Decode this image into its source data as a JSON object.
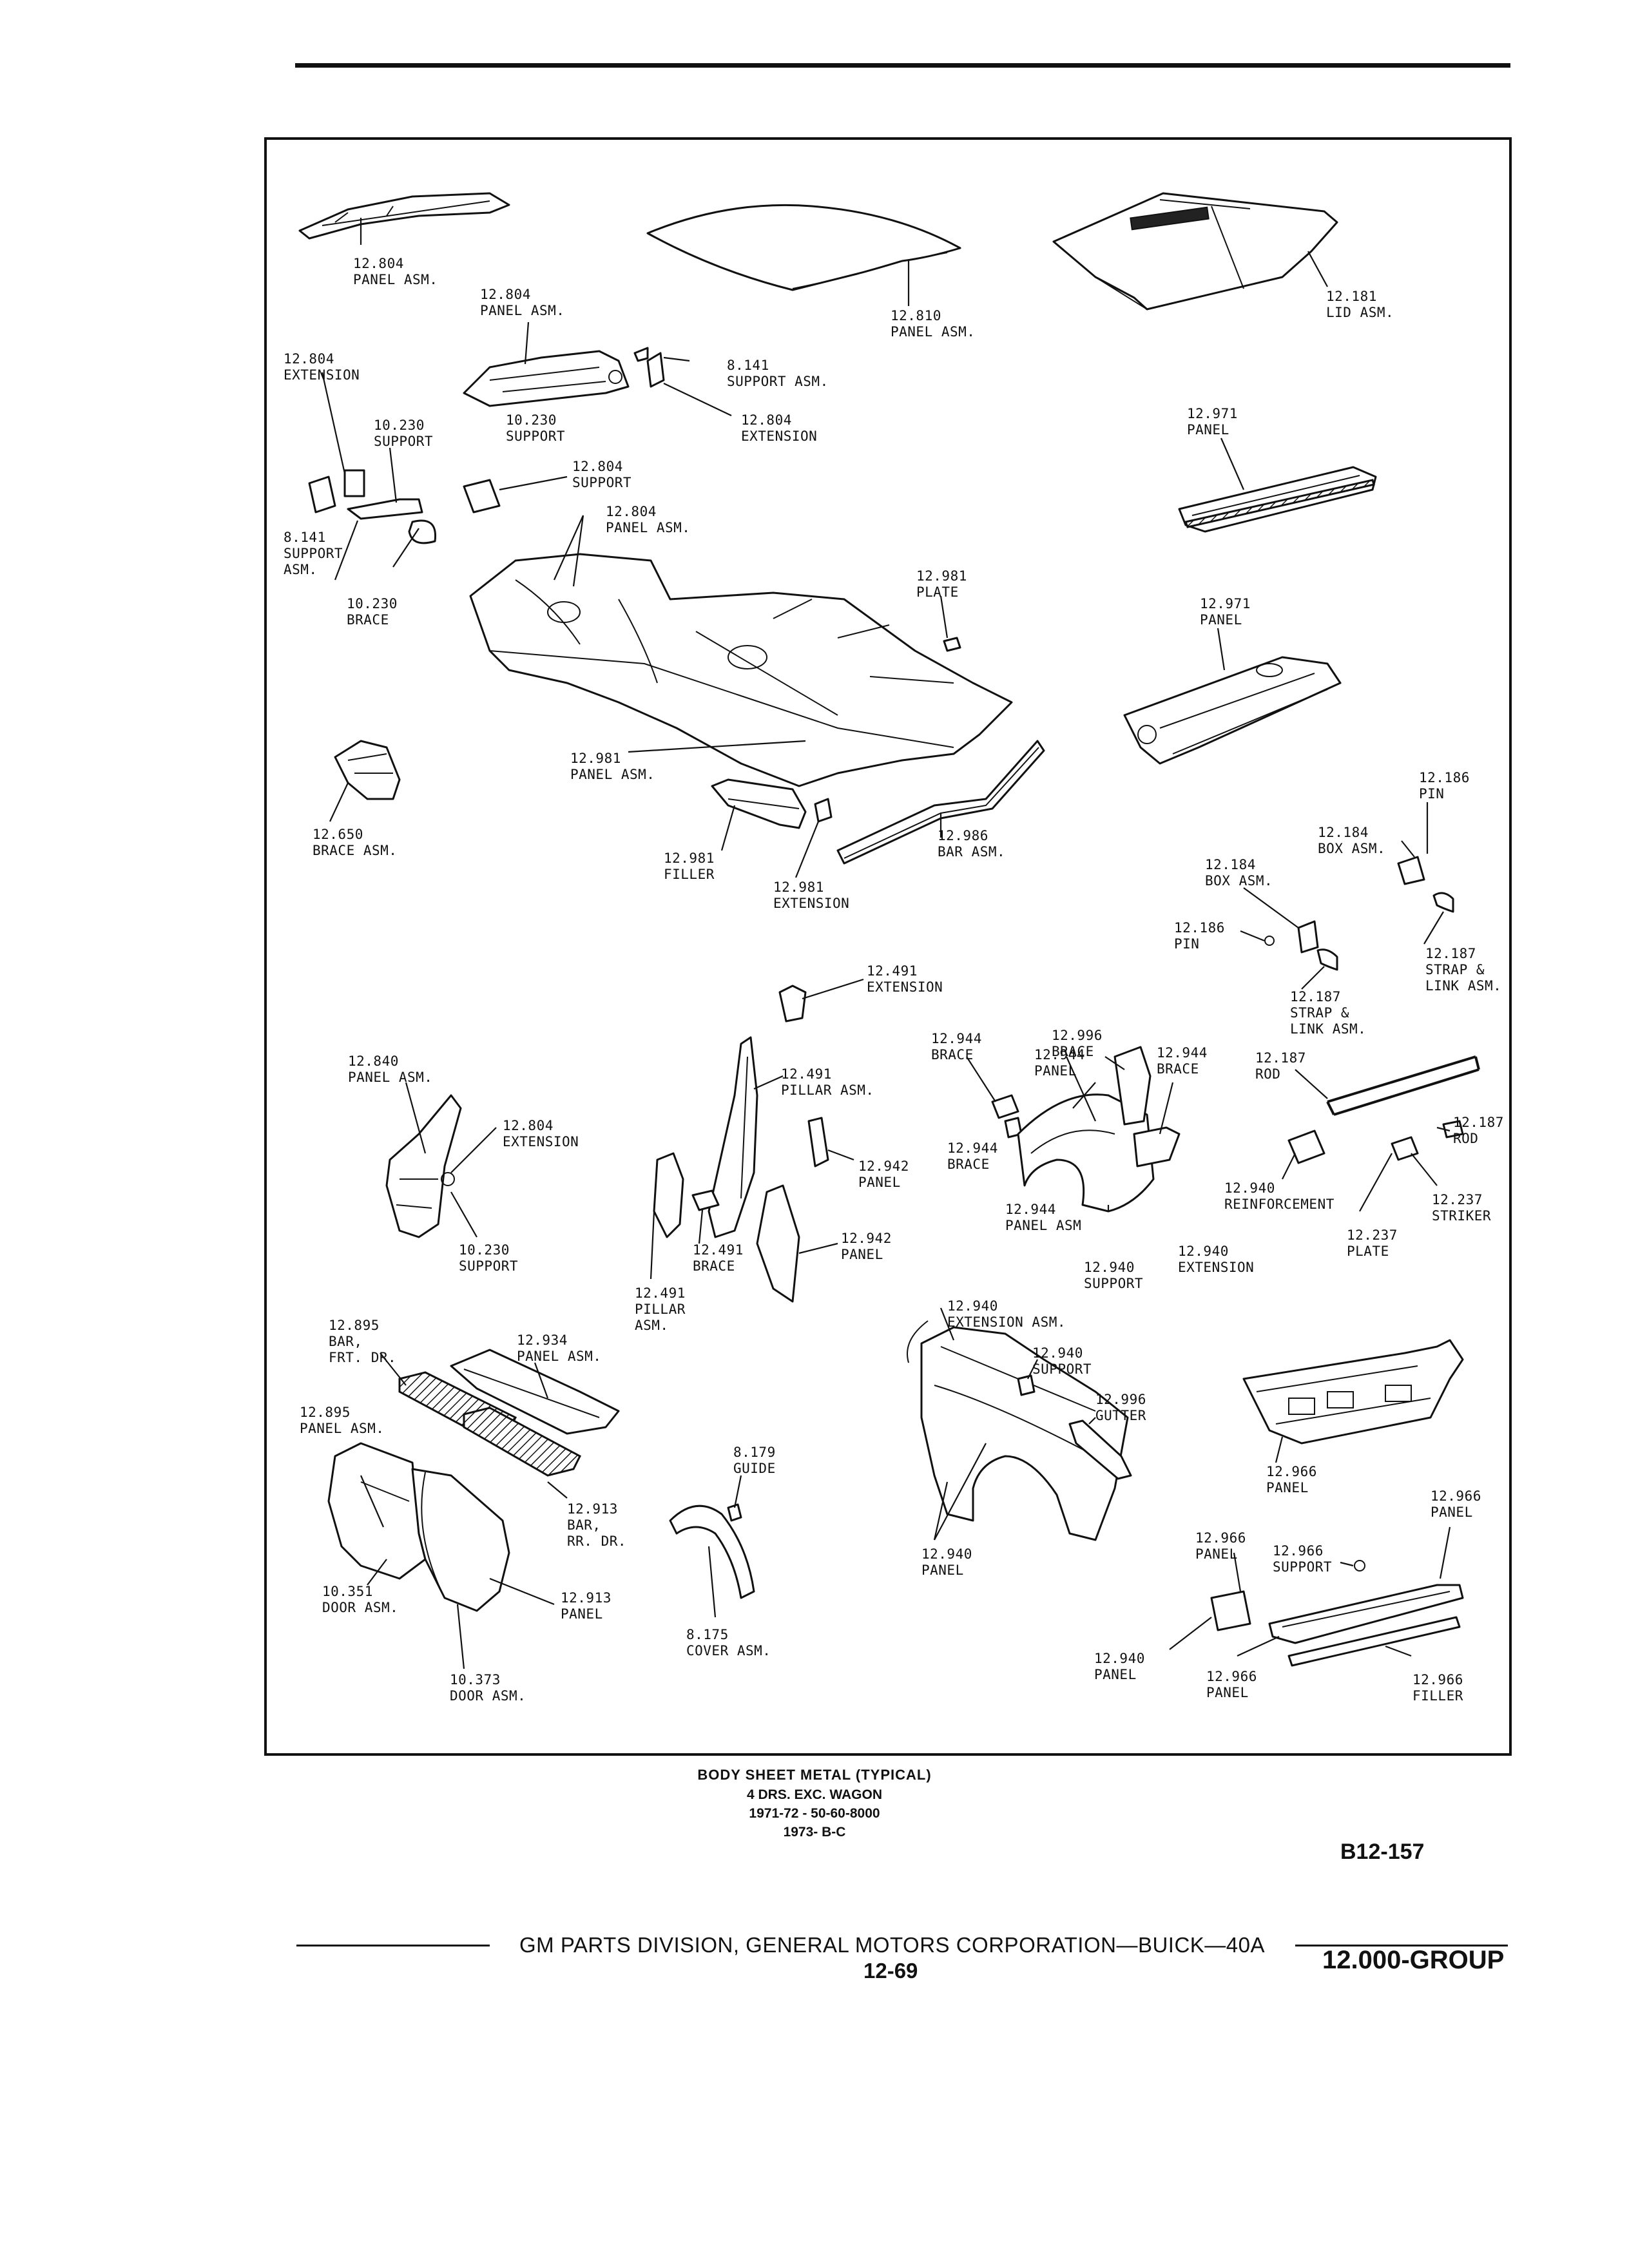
{
  "labels": [
    {
      "id": "l1",
      "lines": [
        "12.804",
        "PANEL ASM."
      ]
    },
    {
      "id": "l2",
      "lines": [
        "12.804",
        "PANEL ASM."
      ]
    },
    {
      "id": "l3",
      "lines": [
        "12.810",
        "PANEL ASM."
      ]
    },
    {
      "id": "l4",
      "lines": [
        "12.181",
        "LID ASM."
      ]
    },
    {
      "id": "l5",
      "lines": [
        "12.804",
        "EXTENSION"
      ]
    },
    {
      "id": "l6",
      "lines": [
        "8.141",
        "SUPPORT ASM."
      ]
    },
    {
      "id": "l7",
      "lines": [
        "10.230",
        "SUPPORT"
      ]
    },
    {
      "id": "l8",
      "lines": [
        "12.804",
        "EXTENSION"
      ]
    },
    {
      "id": "l9",
      "lines": [
        "10.230",
        "SUPPORT"
      ]
    },
    {
      "id": "l10",
      "lines": [
        "12.804",
        "SUPPORT"
      ]
    },
    {
      "id": "l11",
      "lines": [
        "12.971",
        "PANEL"
      ]
    },
    {
      "id": "l12",
      "lines": [
        "12.804",
        "PANEL ASM."
      ]
    },
    {
      "id": "l13",
      "lines": [
        "8.141",
        "SUPPORT",
        "ASM."
      ]
    },
    {
      "id": "l14",
      "lines": [
        "10.230",
        "BRACE"
      ]
    },
    {
      "id": "l15",
      "lines": [
        "12.981",
        "PLATE"
      ]
    },
    {
      "id": "l16",
      "lines": [
        "12.971",
        "PANEL"
      ]
    },
    {
      "id": "l17",
      "lines": [
        "12.981",
        "PANEL ASM."
      ]
    },
    {
      "id": "l18",
      "lines": [
        "12.186",
        "PIN"
      ]
    },
    {
      "id": "l19",
      "lines": [
        "12.650",
        "BRACE ASM."
      ]
    },
    {
      "id": "l20",
      "lines": [
        "12.184",
        "BOX ASM."
      ]
    },
    {
      "id": "l21",
      "lines": [
        "12.981",
        "FILLER"
      ]
    },
    {
      "id": "l22",
      "lines": [
        "12.986",
        "BAR ASM."
      ]
    },
    {
      "id": "l23",
      "lines": [
        "12.184",
        "BOX ASM."
      ]
    },
    {
      "id": "l24",
      "lines": [
        "12.981",
        "EXTENSION"
      ]
    },
    {
      "id": "l25",
      "lines": [
        "12.186",
        "PIN"
      ]
    },
    {
      "id": "l26",
      "lines": [
        "12.187",
        "STRAP &",
        "LINK ASM."
      ]
    },
    {
      "id": "l27",
      "lines": [
        "12.187",
        "STRAP &",
        "LINK ASM."
      ]
    },
    {
      "id": "l28",
      "lines": [
        "12.491",
        "EXTENSION"
      ]
    },
    {
      "id": "l29",
      "lines": [
        "12.996",
        "BRACE"
      ]
    },
    {
      "id": "l30",
      "lines": [
        "12.944",
        "BRACE"
      ]
    },
    {
      "id": "l31",
      "lines": [
        "12.944",
        "PANEL"
      ]
    },
    {
      "id": "l32",
      "lines": [
        "12.944",
        "BRACE"
      ]
    },
    {
      "id": "l33",
      "lines": [
        "12.187",
        "ROD"
      ]
    },
    {
      "id": "l34",
      "lines": [
        "12.840",
        "PANEL ASM."
      ]
    },
    {
      "id": "l35",
      "lines": [
        "12.491",
        "PILLAR ASM."
      ]
    },
    {
      "id": "l36",
      "lines": [
        "12.804",
        "EXTENSION"
      ]
    },
    {
      "id": "l37",
      "lines": [
        "12.944",
        "BRACE"
      ]
    },
    {
      "id": "l38",
      "lines": [
        "12.942",
        "PANEL"
      ]
    },
    {
      "id": "l39",
      "lines": [
        "12.187",
        "ROD"
      ]
    },
    {
      "id": "l40",
      "lines": [
        "12.940",
        "REINFORCEMENT"
      ]
    },
    {
      "id": "l41",
      "lines": [
        "12.944",
        "PANEL ASM"
      ]
    },
    {
      "id": "l42",
      "lines": [
        "12.237",
        "STRIKER"
      ]
    },
    {
      "id": "l43",
      "lines": [
        "12.237",
        "PLATE"
      ]
    },
    {
      "id": "l44",
      "lines": [
        "10.230",
        "SUPPORT"
      ]
    },
    {
      "id": "l45",
      "lines": [
        "12.491",
        "BRACE"
      ]
    },
    {
      "id": "l46",
      "lines": [
        "12.942",
        "PANEL"
      ]
    },
    {
      "id": "l47",
      "lines": [
        "12.940",
        "SUPPORT"
      ]
    },
    {
      "id": "l48",
      "lines": [
        "12.940",
        "EXTENSION"
      ]
    },
    {
      "id": "l49",
      "lines": [
        "12.491",
        "PILLAR",
        "ASM."
      ]
    },
    {
      "id": "l50",
      "lines": [
        "12.940",
        "EXTENSION ASM."
      ]
    },
    {
      "id": "l51",
      "lines": [
        "12.895",
        "BAR,",
        "FRT. DR."
      ]
    },
    {
      "id": "l52",
      "lines": [
        "12.934",
        "PANEL ASM."
      ]
    },
    {
      "id": "l53",
      "lines": [
        "12.940",
        "SUPPORT"
      ]
    },
    {
      "id": "l54",
      "lines": [
        "12.996",
        "GUTTER"
      ]
    },
    {
      "id": "l55",
      "lines": [
        "12.895",
        "PANEL ASM."
      ]
    },
    {
      "id": "l56",
      "lines": [
        "8.179",
        "GUIDE"
      ]
    },
    {
      "id": "l57",
      "lines": [
        "12.966",
        "PANEL"
      ]
    },
    {
      "id": "l58",
      "lines": [
        "12.966",
        "PANEL"
      ]
    },
    {
      "id": "l59",
      "lines": [
        "12.913",
        "BAR,",
        "RR. DR."
      ]
    },
    {
      "id": "l60",
      "lines": [
        "12.966",
        "PANEL"
      ]
    },
    {
      "id": "l61",
      "lines": [
        "12.966",
        "SUPPORT"
      ]
    },
    {
      "id": "l62",
      "lines": [
        "12.940",
        "PANEL"
      ]
    },
    {
      "id": "l63",
      "lines": [
        "10.351",
        "DOOR ASM."
      ]
    },
    {
      "id": "l64",
      "lines": [
        "12.913",
        "PANEL"
      ]
    },
    {
      "id": "l65",
      "lines": [
        "8.175",
        "COVER ASM."
      ]
    },
    {
      "id": "l66",
      "lines": [
        "12.940",
        "PANEL"
      ]
    },
    {
      "id": "l67",
      "lines": [
        "12.966",
        "PANEL"
      ]
    },
    {
      "id": "l68",
      "lines": [
        "12.966",
        "FILLER"
      ]
    },
    {
      "id": "l69",
      "lines": [
        "10.373",
        "DOOR ASM."
      ]
    }
  ],
  "caption": {
    "title": "BODY SHEET METAL (TYPICAL)",
    "line2": "4 DRS. EXC. WAGON",
    "line3": "1971-72 - 50-60-8000",
    "line4": "1973- B-C"
  },
  "reference_code": "B12-157",
  "footer": {
    "publisher": "GM PARTS DIVISION, GENERAL MOTORS CORPORATION—BUICK—40A",
    "page_number": "12-69",
    "group": "12.000-GROUP"
  }
}
